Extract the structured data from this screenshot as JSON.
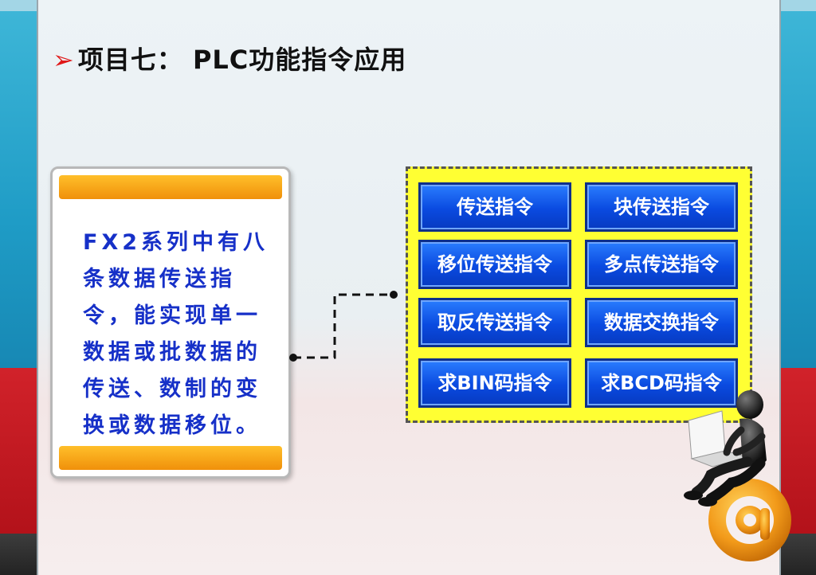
{
  "title": {
    "arrow": "➢",
    "text": "项目七： PLC功能指令应用"
  },
  "note": {
    "text": "FX2系列中有八条数据传送指令，能实现单一数据或批数据的传送、数制的变换或数据移位。"
  },
  "buttons": [
    {
      "label": "传送指令"
    },
    {
      "label": "块传送指令"
    },
    {
      "label": "移位传送指令"
    },
    {
      "label": "多点传送指令"
    },
    {
      "label": "取反传送指令"
    },
    {
      "label": "数据交换指令"
    },
    {
      "label": "求BIN码指令"
    },
    {
      "label": "求BCD码指令"
    }
  ],
  "colors": {
    "note_text": "#1630c8",
    "button_blue": "#0a4ae0",
    "frame_yellow": "#ffff33",
    "accent_orange": "#f0900a"
  }
}
